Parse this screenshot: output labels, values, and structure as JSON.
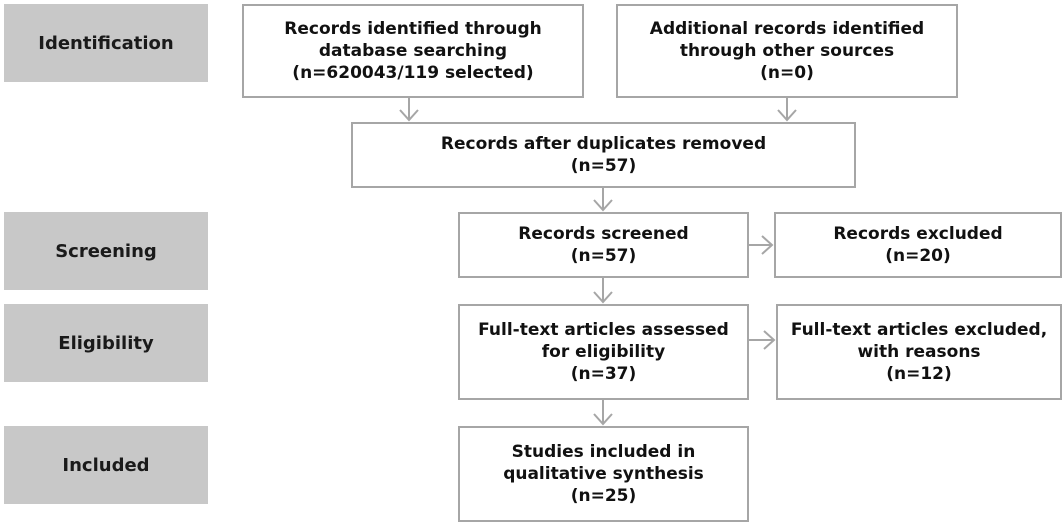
{
  "phases": {
    "identification": "Identification",
    "screening": "Screening",
    "eligibility": "Eligibility",
    "included": "Included"
  },
  "boxes": {
    "database": [
      "Records identified through",
      "database searching",
      "(n=620043/119 selected)"
    ],
    "other_sources": [
      "Additional records identified",
      "through other sources",
      "(n=0)"
    ],
    "duplicates_removed": [
      "Records after duplicates removed",
      "(n=57)"
    ],
    "screened": [
      "Records screened",
      "(n=57)"
    ],
    "excluded": [
      "Records excluded",
      "(n=20)"
    ],
    "fulltext_assessed": [
      "Full-text articles assessed",
      "for eligibility",
      "(n=37)"
    ],
    "fulltext_excluded": [
      "Full-text articles excluded,",
      "with reasons",
      "(n=12)"
    ],
    "included": [
      "Studies included in",
      "qualitative synthesis",
      "(n=25)"
    ]
  }
}
